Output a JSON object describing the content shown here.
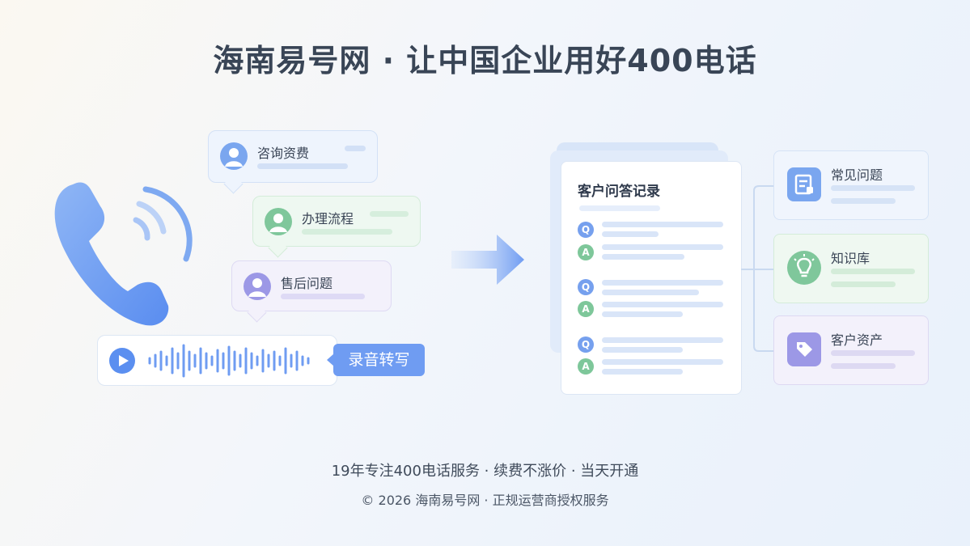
{
  "title": "海南易号网 · 让中国企业用好400电话",
  "bubbles": [
    {
      "label": "咨询资费",
      "color": "#7aa6ef"
    },
    {
      "label": "办理流程",
      "color": "#7fc79b"
    },
    {
      "label": "售后问题",
      "color": "#9c98e6"
    }
  ],
  "audio": {
    "button": "录音转写"
  },
  "record": {
    "title": "客户问答记录",
    "q_mark": "Q",
    "a_mark": "A"
  },
  "cards": [
    {
      "label": "常见问题",
      "icon": "faq-icon"
    },
    {
      "label": "知识库",
      "icon": "lightbulb-icon"
    },
    {
      "label": "客户资产",
      "icon": "tag-icon"
    }
  ],
  "footer": {
    "line1": "19年专注400电话服务 · 续费不涨价 · 当天开通",
    "line2": "© 2026 海南易号网 · 正规运营商授权服务"
  }
}
